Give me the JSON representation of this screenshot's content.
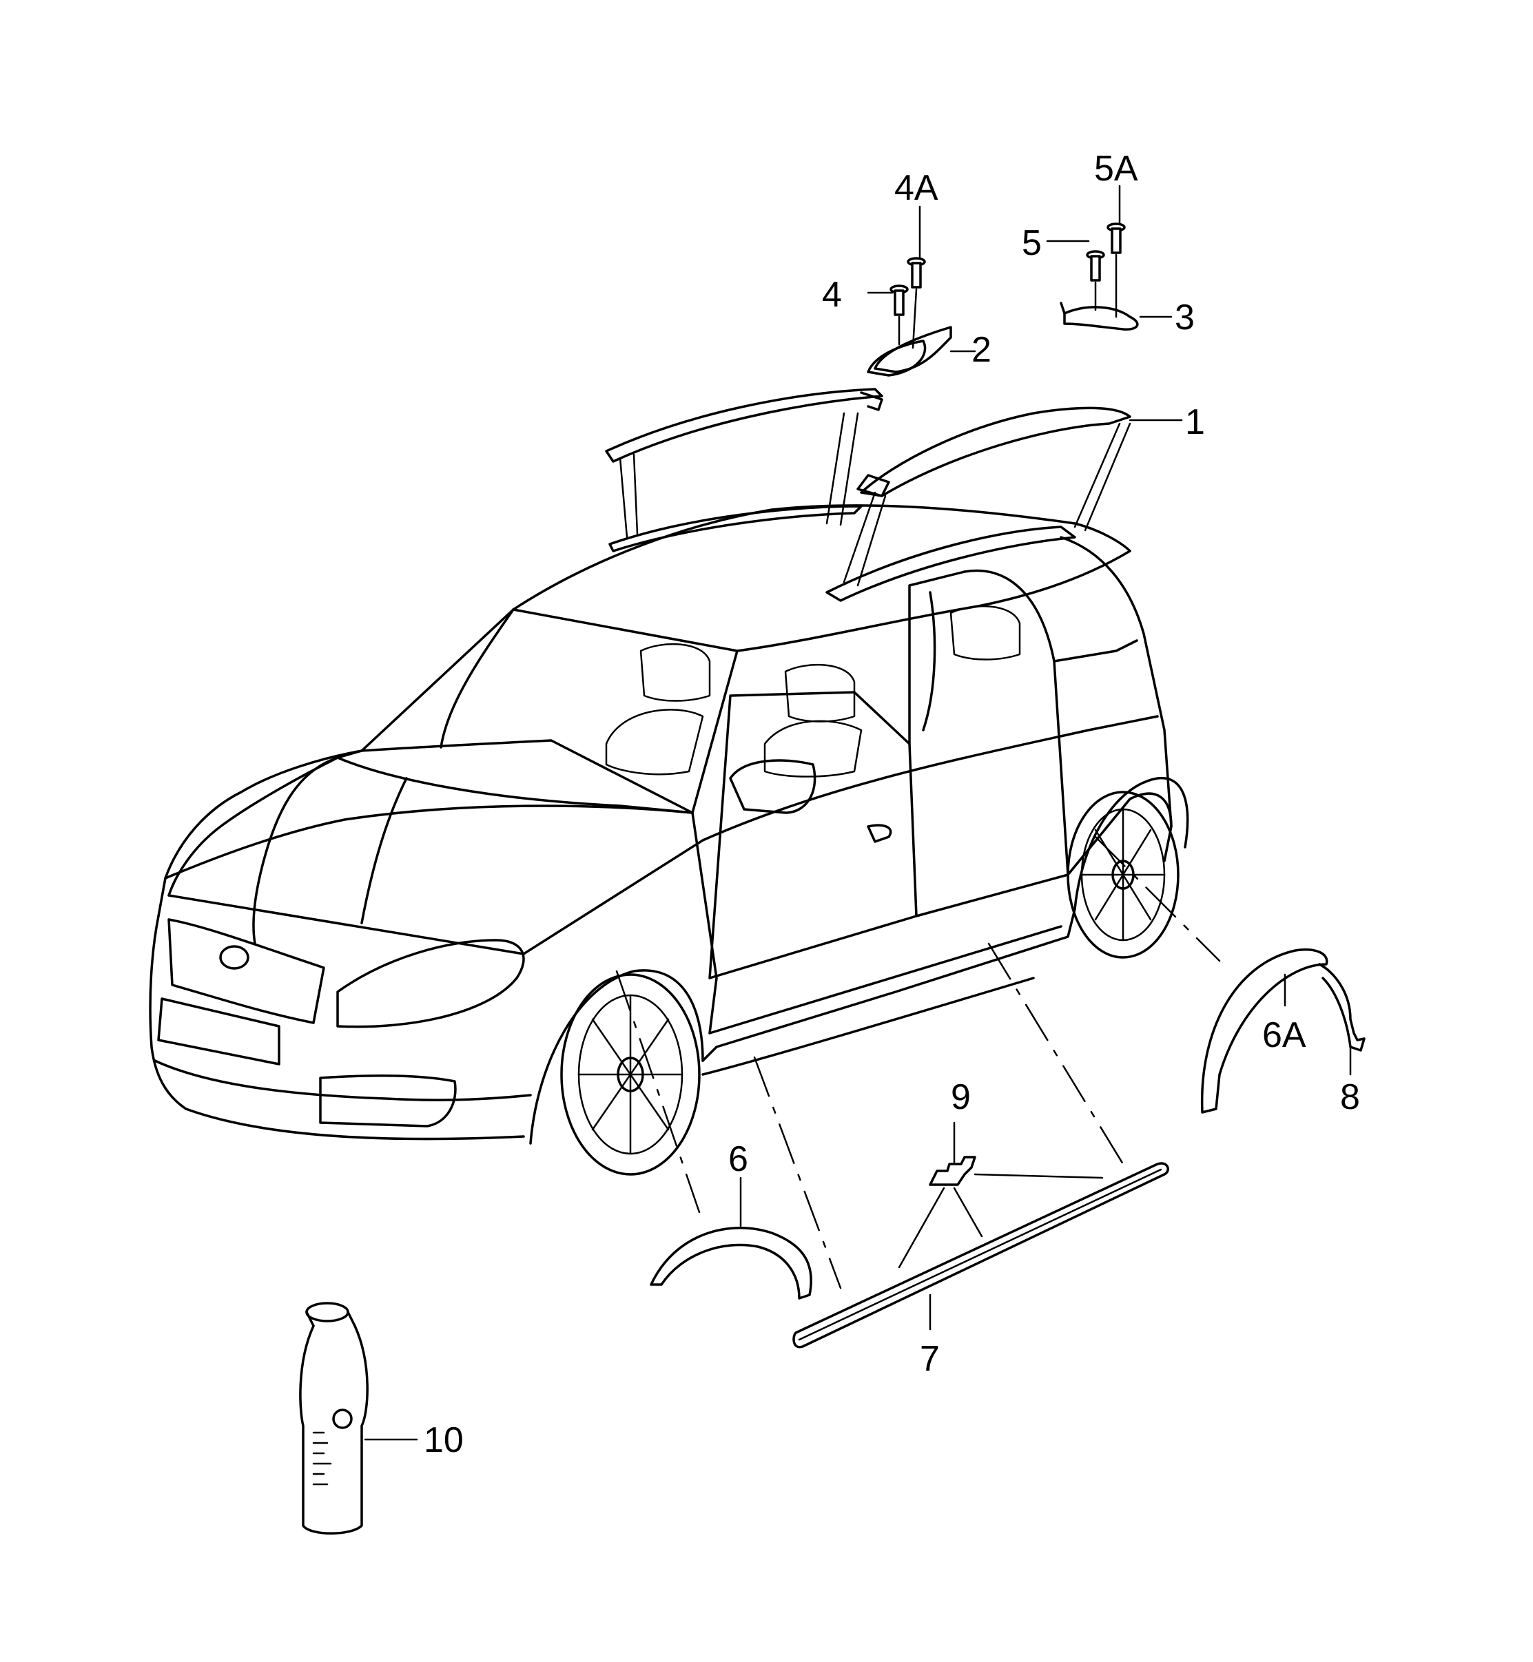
{
  "callouts": {
    "c1": "1",
    "c2": "2",
    "c3": "3",
    "c4": "4",
    "c4a": "4A",
    "c5": "5",
    "c5a": "5A",
    "c6": "6",
    "c6a": "6A",
    "c7": "7",
    "c8": "8",
    "c9": "9",
    "c10": "10"
  },
  "colors": {
    "line": "#000000",
    "background": "#ffffff"
  }
}
